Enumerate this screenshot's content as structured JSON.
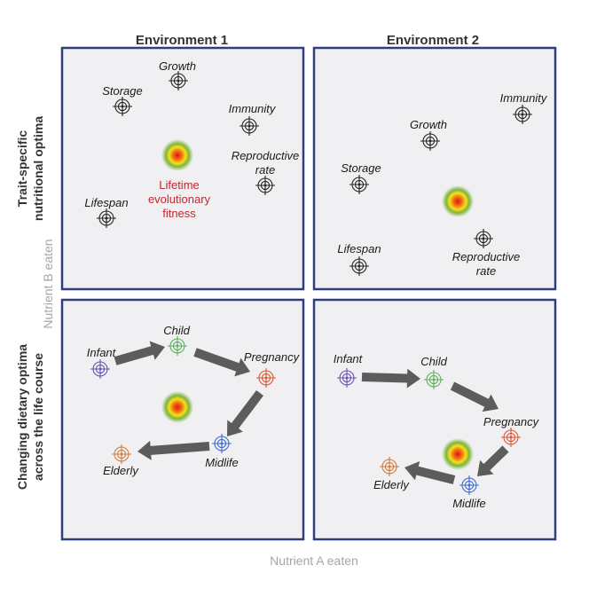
{
  "columns": [
    "Environment 1",
    "Environment 2"
  ],
  "rows": [
    [
      "Trait-specific",
      "nutritional optima"
    ],
    [
      "Changing dietary optima",
      "across the life course"
    ]
  ],
  "axes": {
    "x": "Nutrient A eaten",
    "y": "Nutrient B eaten"
  },
  "fitness_label": [
    "Lifetime",
    "evolutionary",
    "fitness"
  ],
  "colors": {
    "panel_border": "#2e3f7f",
    "panel_fill": "#f0f0f2",
    "trait_target": "#222222",
    "infant": "#6a4fb3",
    "child": "#5aae5a",
    "pregnancy": "#e0532b",
    "midlife": "#3e6ad6",
    "elderly": "#d07a3a",
    "arrow": "#5c5c5c",
    "fitness_label": "#c1272d"
  },
  "trait_labels": {
    "growth": [
      "Growth"
    ],
    "storage": [
      "Storage"
    ],
    "immunity": [
      "Immunity"
    ],
    "reproductive": [
      "Reproductive",
      "rate"
    ],
    "lifespan": [
      "Lifespan"
    ]
  },
  "stage_labels": {
    "infant": "Infant",
    "child": "Child",
    "pregnancy": "Pregnancy",
    "midlife": "Midlife",
    "elderly": "Elderly"
  }
}
